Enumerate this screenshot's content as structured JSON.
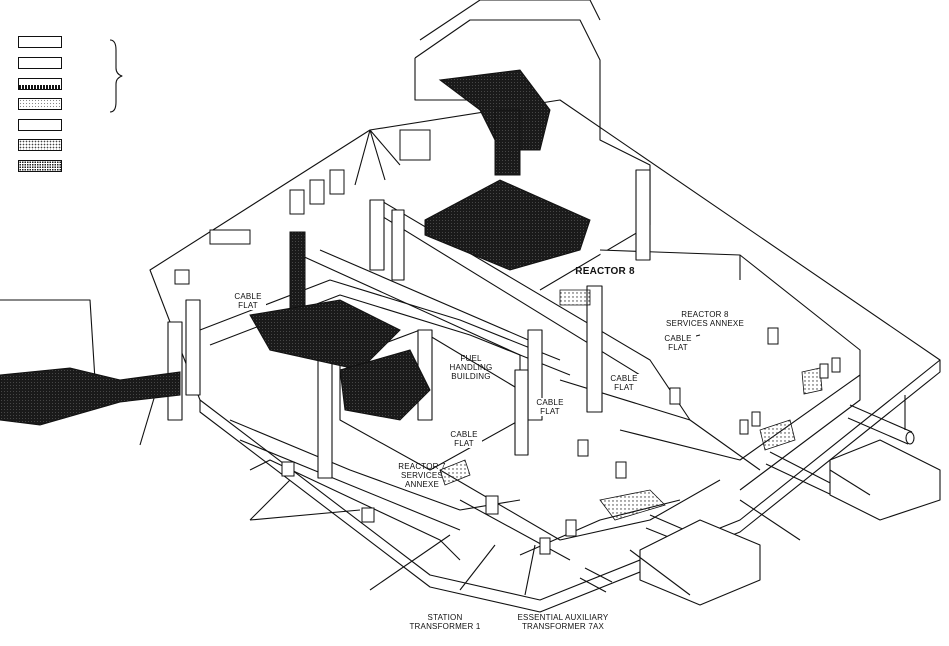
{
  "labels": {
    "reactor8": "REACTOR 8",
    "reactor8_services_annexe_line1": "REACTOR 8",
    "reactor8_services_annexe_line2": "SERVICES ANNEXE",
    "reactor7_services_annexe_line1": "REACTOR 7",
    "reactor7_services_annexe_line2": "SERVICES",
    "reactor7_services_annexe_line3": "ANNEXE",
    "fuel_handling_line1": "FUEL",
    "fuel_handling_line2": "HANDLING",
    "fuel_handling_line3": "BUILDING",
    "cable_flat_word1": "CABLE",
    "cable_flat_word2": "FLAT",
    "station_transformer_line1": "STATION",
    "station_transformer_line2": "TRANSFORMER 1",
    "essential_aux_line1": "ESSENTIAL AUXILIARY",
    "essential_aux_line2": "TRANSFORMER 7AX"
  },
  "legend": {
    "swatches": [
      "plain",
      "plain",
      "dark-textured",
      "light-dotted",
      "plain",
      "stippled",
      "dense-dotted"
    ]
  },
  "colors": {
    "ink": "#111111",
    "paper": "#ffffff",
    "dark_fill": "#1a1a1a"
  }
}
